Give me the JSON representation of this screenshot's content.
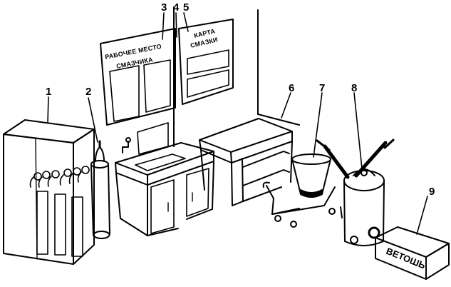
{
  "callouts": {
    "n1": "1",
    "n2": "2",
    "n3": "3",
    "n4": "4",
    "n5": "5",
    "n6": "6",
    "n7": "7",
    "n8": "8",
    "n9": "9"
  },
  "signs": {
    "workplace_line1": "РАБОЧЕЕ МЕСТО",
    "workplace_line2": "СМАЗЧИКА",
    "lube_line1": "КАРТА",
    "lube_line2": "СМАЗКИ"
  },
  "crate_label": "ВЕТОШЬ",
  "colors": {
    "ink": "#000000",
    "paper": "#ffffff"
  }
}
